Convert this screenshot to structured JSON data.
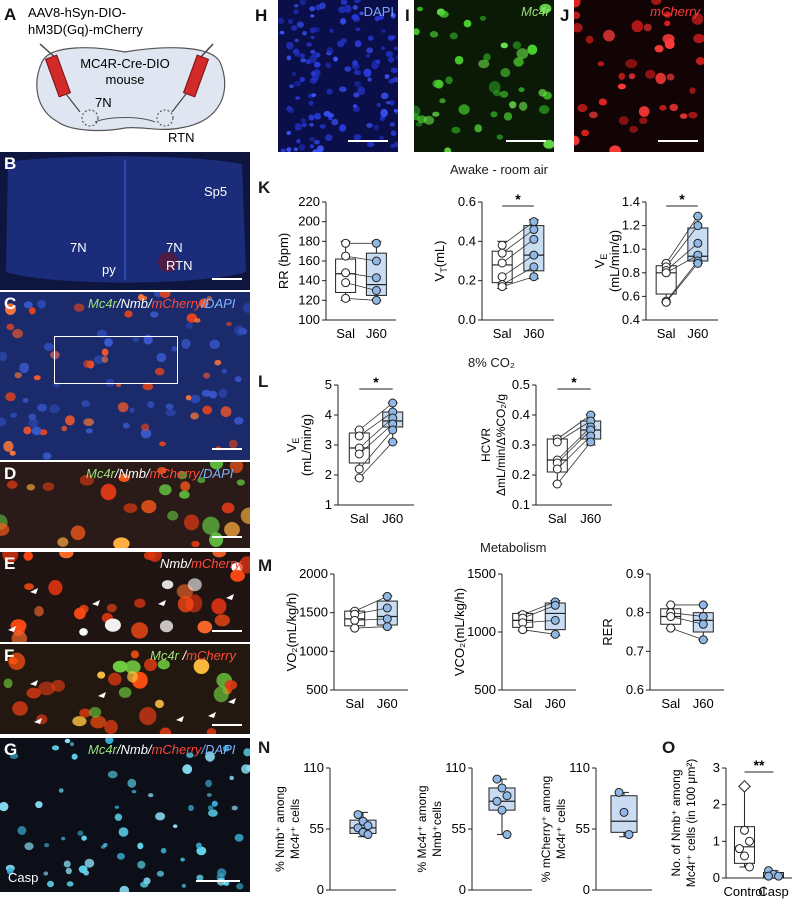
{
  "panel_letters": [
    "A",
    "B",
    "C",
    "D",
    "E",
    "F",
    "G",
    "H",
    "I",
    "J",
    "K",
    "L",
    "M",
    "N",
    "O"
  ],
  "panelA": {
    "virus_line1": "AAV8-hSyn-DIO-",
    "virus_line2": "hM3D(Gq)-mCherry",
    "mouse_line1": "MC4R-Cre-DIO",
    "mouse_line2": "mouse",
    "label_7n": "7N",
    "label_rtn": "RTN"
  },
  "panelB": {
    "sp5": "Sp5",
    "n7_left": "7N",
    "n7_right": "7N",
    "py": "py",
    "rtn": "RTN"
  },
  "stain_labels": {
    "C": [
      {
        "t": "Mc4r",
        "c": "#9be07a"
      },
      {
        "t": "/",
        "c": "#ffffff"
      },
      {
        "t": "Nmb",
        "c": "#ffffff"
      },
      {
        "t": "/",
        "c": "#ffffff"
      },
      {
        "t": "mCherry",
        "c": "#ff4a3a"
      },
      {
        "t": "/DAPI",
        "c": "#7fb2ff"
      }
    ],
    "D": [
      {
        "t": "Mc4r",
        "c": "#9be07a"
      },
      {
        "t": "/",
        "c": "#ffffff"
      },
      {
        "t": "Nmb",
        "c": "#ffffff"
      },
      {
        "t": "/",
        "c": "#ffffff"
      },
      {
        "t": "mCherry",
        "c": "#ff4a3a"
      },
      {
        "t": "/DAPI",
        "c": "#7fb2ff"
      }
    ],
    "E": [
      {
        "t": "Nmb",
        "c": "#ffffff"
      },
      {
        "t": "/",
        "c": "#ffffff"
      },
      {
        "t": "mCherry",
        "c": "#ff4a3a"
      }
    ],
    "F": [
      {
        "t": "Mc4r",
        "c": "#9be07a"
      },
      {
        "t": " /",
        "c": "#ffffff"
      },
      {
        "t": "mCherry",
        "c": "#ff4a3a"
      }
    ],
    "G": [
      {
        "t": "Mc4r",
        "c": "#9be07a"
      },
      {
        "t": "/",
        "c": "#ffffff"
      },
      {
        "t": "Nmb",
        "c": "#ffffff"
      },
      {
        "t": "/",
        "c": "#ffffff"
      },
      {
        "t": "mCherry",
        "c": "#ff4a3a"
      },
      {
        "t": "/DAPI",
        "c": "#7fb2ff"
      }
    ],
    "G_casp": "Casp",
    "H": "DAPI",
    "I": "Mc4r",
    "J": "mCherry"
  },
  "section_titles": {
    "K": "Awake - room air",
    "L": "8% CO₂",
    "M": "Metabolism"
  },
  "group_labels": {
    "sal": "Sal",
    "j60": "J60",
    "control": "Control",
    "casp": "Casp"
  },
  "chart_data": [
    {
      "panel": "K",
      "type": "box",
      "ylabel": "RR (bpm)",
      "ylim": [
        100,
        220
      ],
      "yticks": [
        100,
        120,
        140,
        160,
        180,
        200,
        220
      ],
      "categories": [
        "Sal",
        "J60"
      ],
      "paired": true,
      "series": [
        {
          "name": "Sal",
          "values": [
            178,
            165,
            148,
            138,
            122
          ]
        },
        {
          "name": "J60",
          "values": [
            178,
            160,
            143,
            130,
            120
          ]
        }
      ],
      "box": [
        {
          "q1": 128,
          "med": 147,
          "q3": 162,
          "min": 120,
          "max": 180
        },
        {
          "q1": 125,
          "med": 136,
          "q3": 168,
          "min": 120,
          "max": 180
        }
      ],
      "significance": ""
    },
    {
      "panel": "K",
      "type": "box",
      "ylabel": "VT (mL)",
      "ylim": [
        0,
        0.6
      ],
      "yticks": [
        0,
        0.2,
        0.4,
        0.6
      ],
      "categories": [
        "Sal",
        "J60"
      ],
      "paired": true,
      "series": [
        {
          "name": "Sal",
          "values": [
            0.38,
            0.34,
            0.29,
            0.22,
            0.18,
            0.17
          ]
        },
        {
          "name": "J60",
          "values": [
            0.5,
            0.46,
            0.41,
            0.33,
            0.27,
            0.22
          ]
        }
      ],
      "box": [
        {
          "q1": 0.19,
          "med": 0.28,
          "q3": 0.35,
          "min": 0.16,
          "max": 0.4
        },
        {
          "q1": 0.25,
          "med": 0.33,
          "q3": 0.48,
          "min": 0.21,
          "max": 0.51
        }
      ],
      "significance": "*"
    },
    {
      "panel": "K",
      "type": "box",
      "ylabel": "VE (mL/min/g)",
      "ylim": [
        0.4,
        1.4
      ],
      "yticks": [
        0.4,
        0.6,
        0.8,
        1.0,
        1.2,
        1.4
      ],
      "categories": [
        "Sal",
        "J60"
      ],
      "paired": true,
      "series": [
        {
          "name": "Sal",
          "values": [
            0.88,
            0.85,
            0.82,
            0.8,
            0.56,
            0.55
          ]
        },
        {
          "name": "J60",
          "values": [
            1.28,
            1.2,
            1.05,
            0.95,
            0.9,
            0.88
          ]
        }
      ],
      "box": [
        {
          "q1": 0.62,
          "med": 0.8,
          "q3": 0.86,
          "min": 0.55,
          "max": 0.88
        },
        {
          "q1": 0.9,
          "med": 0.94,
          "q3": 1.18,
          "min": 0.88,
          "max": 1.28
        }
      ],
      "significance": "*"
    },
    {
      "panel": "L",
      "type": "box",
      "ylabel": "VE (mL/min/g)",
      "ylim": [
        1,
        5
      ],
      "yticks": [
        1,
        2,
        3,
        4,
        5
      ],
      "categories": [
        "Sal",
        "J60"
      ],
      "paired": true,
      "series": [
        {
          "name": "Sal",
          "values": [
            3.5,
            3.3,
            2.9,
            2.7,
            2.2,
            1.9
          ]
        },
        {
          "name": "J60",
          "values": [
            4.4,
            4.1,
            3.9,
            3.7,
            3.5,
            3.1
          ]
        }
      ],
      "box": [
        {
          "q1": 2.4,
          "med": 2.9,
          "q3": 3.4,
          "min": 1.9,
          "max": 3.5
        },
        {
          "q1": 3.6,
          "med": 3.8,
          "q3": 4.1,
          "min": 3.1,
          "max": 4.4
        }
      ],
      "significance": "*"
    },
    {
      "panel": "L",
      "type": "box",
      "ylabel": "HCVR ΔmL/min/Δ%CO2/g",
      "ylim": [
        0.1,
        0.5
      ],
      "yticks": [
        0.1,
        0.2,
        0.3,
        0.4,
        0.5
      ],
      "categories": [
        "Sal",
        "J60"
      ],
      "paired": true,
      "series": [
        {
          "name": "Sal",
          "values": [
            0.32,
            0.31,
            0.25,
            0.24,
            0.22,
            0.17
          ]
        },
        {
          "name": "J60",
          "values": [
            0.4,
            0.38,
            0.36,
            0.35,
            0.33,
            0.31
          ]
        }
      ],
      "box": [
        {
          "q1": 0.21,
          "med": 0.25,
          "q3": 0.32,
          "min": 0.17,
          "max": 0.33
        },
        {
          "q1": 0.32,
          "med": 0.35,
          "q3": 0.38,
          "min": 0.3,
          "max": 0.4
        }
      ],
      "significance": "*"
    },
    {
      "panel": "M",
      "type": "box",
      "ylabel": "VO2(mL/kg/h)",
      "ylim": [
        500,
        2000
      ],
      "yticks": [
        500,
        1000,
        1500,
        2000
      ],
      "categories": [
        "Sal",
        "J60"
      ],
      "paired": true,
      "series": [
        {
          "name": "Sal",
          "values": [
            1520,
            1480,
            1400,
            1300
          ]
        },
        {
          "name": "J60",
          "values": [
            1710,
            1560,
            1420,
            1320
          ]
        }
      ],
      "box": [
        {
          "q1": 1330,
          "med": 1420,
          "q3": 1520,
          "min": 1300,
          "max": 1530
        },
        {
          "q1": 1340,
          "med": 1450,
          "q3": 1650,
          "min": 1310,
          "max": 1720
        }
      ],
      "significance": ""
    },
    {
      "panel": "M",
      "type": "box",
      "ylabel": "VCO2(mL/kg/h)",
      "ylim": [
        500,
        1500
      ],
      "yticks": [
        500,
        1000,
        1500
      ],
      "categories": [
        "Sal",
        "J60"
      ],
      "paired": true,
      "series": [
        {
          "name": "Sal",
          "values": [
            1150,
            1120,
            1080,
            1020
          ]
        },
        {
          "name": "J60",
          "values": [
            1260,
            1230,
            1100,
            980
          ]
        }
      ],
      "box": [
        {
          "q1": 1040,
          "med": 1100,
          "q3": 1160,
          "min": 1010,
          "max": 1170
        },
        {
          "q1": 1020,
          "med": 1160,
          "q3": 1250,
          "min": 970,
          "max": 1270
        }
      ],
      "significance": ""
    },
    {
      "panel": "M",
      "type": "box",
      "ylabel": "RER",
      "ylim": [
        0.6,
        0.9
      ],
      "yticks": [
        0.6,
        0.7,
        0.8,
        0.9
      ],
      "categories": [
        "Sal",
        "J60"
      ],
      "paired": true,
      "series": [
        {
          "name": "Sal",
          "values": [
            0.82,
            0.8,
            0.79,
            0.76
          ]
        },
        {
          "name": "J60",
          "values": [
            0.82,
            0.79,
            0.77,
            0.73
          ]
        }
      ],
      "box": [
        {
          "q1": 0.77,
          "med": 0.79,
          "q3": 0.81,
          "min": 0.76,
          "max": 0.82
        },
        {
          "q1": 0.75,
          "med": 0.78,
          "q3": 0.8,
          "min": 0.73,
          "max": 0.82
        }
      ],
      "significance": ""
    },
    {
      "panel": "N",
      "type": "box",
      "ylabel": "% Nmb+ among Mc4r+ cells",
      "ylim": [
        0,
        110
      ],
      "yticks": [
        0,
        55,
        110
      ],
      "categories": [
        ""
      ],
      "paired": false,
      "series": [
        {
          "name": "",
          "values": [
            68,
            62,
            58,
            56,
            52,
            50
          ]
        }
      ],
      "box": [
        {
          "q1": 51,
          "med": 56,
          "q3": 63,
          "min": 48,
          "max": 70
        }
      ],
      "significance": ""
    },
    {
      "panel": "N",
      "type": "box",
      "ylabel": "% Mc4r+ among Nmb+cells",
      "ylim": [
        0,
        110
      ],
      "yticks": [
        0,
        55,
        110
      ],
      "categories": [
        ""
      ],
      "paired": false,
      "series": [
        {
          "name": "",
          "values": [
            100,
            92,
            85,
            80,
            72,
            50
          ]
        }
      ],
      "box": [
        {
          "q1": 72,
          "med": 80,
          "q3": 92,
          "min": 50,
          "max": 100
        }
      ],
      "significance": ""
    },
    {
      "panel": "N",
      "type": "box",
      "ylabel": "% mCherry+ among Mc4r+ cells",
      "ylim": [
        0,
        110
      ],
      "yticks": [
        0,
        55,
        110
      ],
      "categories": [
        ""
      ],
      "paired": false,
      "series": [
        {
          "name": "",
          "values": [
            88,
            70,
            50
          ]
        }
      ],
      "box": [
        {
          "q1": 52,
          "med": 62,
          "q3": 85,
          "min": 48,
          "max": 88
        }
      ],
      "significance": ""
    },
    {
      "panel": "O",
      "type": "box",
      "ylabel": "No. of Nmb+ among Mc4r+ cells (in 100 μm2)",
      "ylim": [
        0,
        3
      ],
      "yticks": [
        0,
        1,
        2,
        3
      ],
      "categories": [
        "Control",
        "Casp"
      ],
      "paired": false,
      "series": [
        {
          "name": "Control",
          "values": [
            2.5,
            1.3,
            1.0,
            0.8,
            0.6,
            0.3
          ]
        },
        {
          "name": "Casp",
          "values": [
            0.2,
            0.1,
            0.05,
            0.05
          ]
        }
      ],
      "box": [
        {
          "q1": 0.4,
          "med": 0.85,
          "q3": 1.4,
          "min": 0.3,
          "max": 2.5
        },
        {
          "q1": 0.02,
          "med": 0.05,
          "q3": 0.15,
          "min": 0.0,
          "max": 0.2
        }
      ],
      "significance": "**"
    }
  ]
}
